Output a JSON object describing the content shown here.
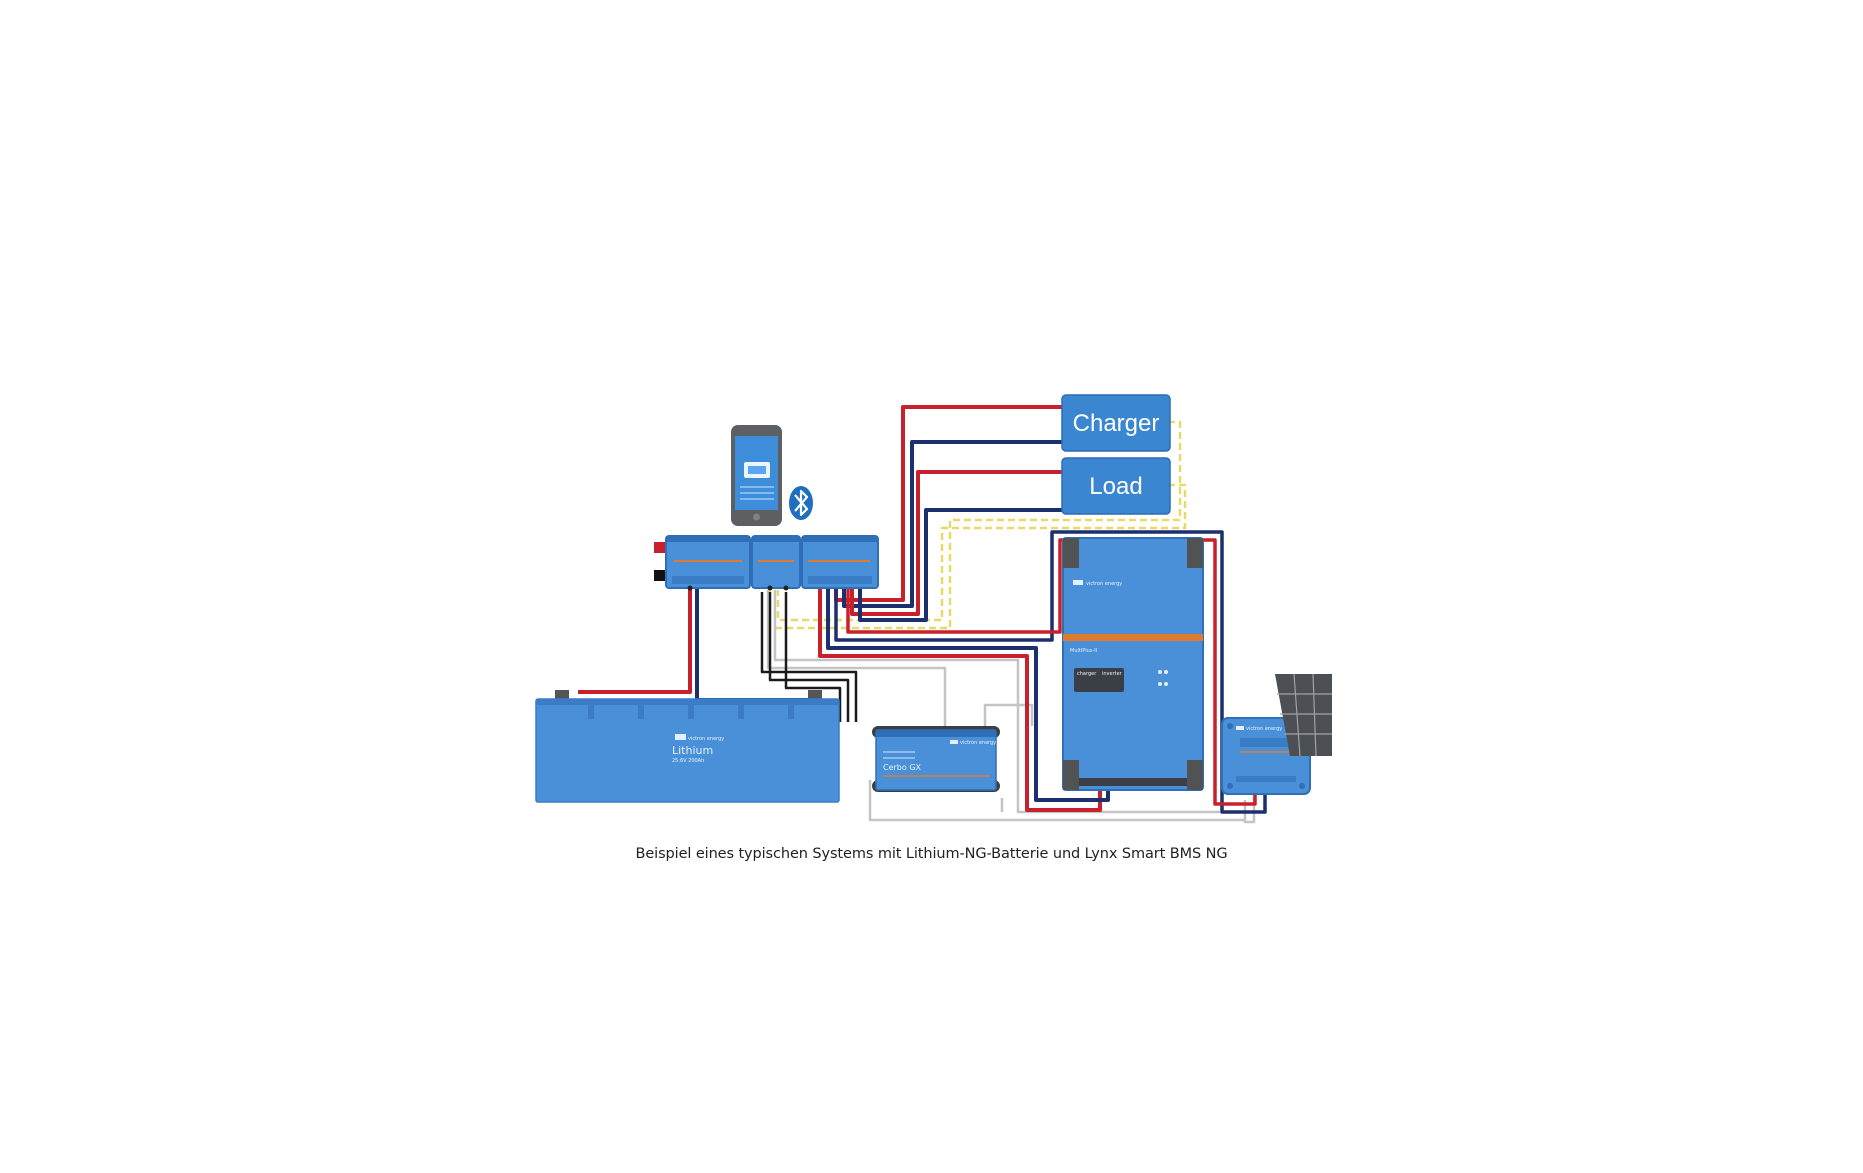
{
  "diagram": {
    "charger_label": "Charger",
    "load_label": "Load",
    "battery_label": "Lithium",
    "battery_spec": "25.6V 200Ah",
    "gx_label": "Cerbo GX",
    "caption": "Beispiel eines typischen Systems mit Lithium-NG-Batterie und Lynx Smart BMS NG"
  },
  "colors": {
    "device_blue": "#4a90d9",
    "device_blue_dark": "#2f6fb8",
    "box_blue": "#3a86d0",
    "positive_wire": "#c8202c",
    "negative_wire": "#1c2f6e",
    "comm_wire": "#c9c9c9",
    "signal_wire": "#e8d96a",
    "accent_orange": "#e07a2e",
    "bluetooth": "#1f6fc0"
  },
  "icons": [
    "bluetooth-icon",
    "smartphone-icon",
    "solar-panel-icon"
  ]
}
